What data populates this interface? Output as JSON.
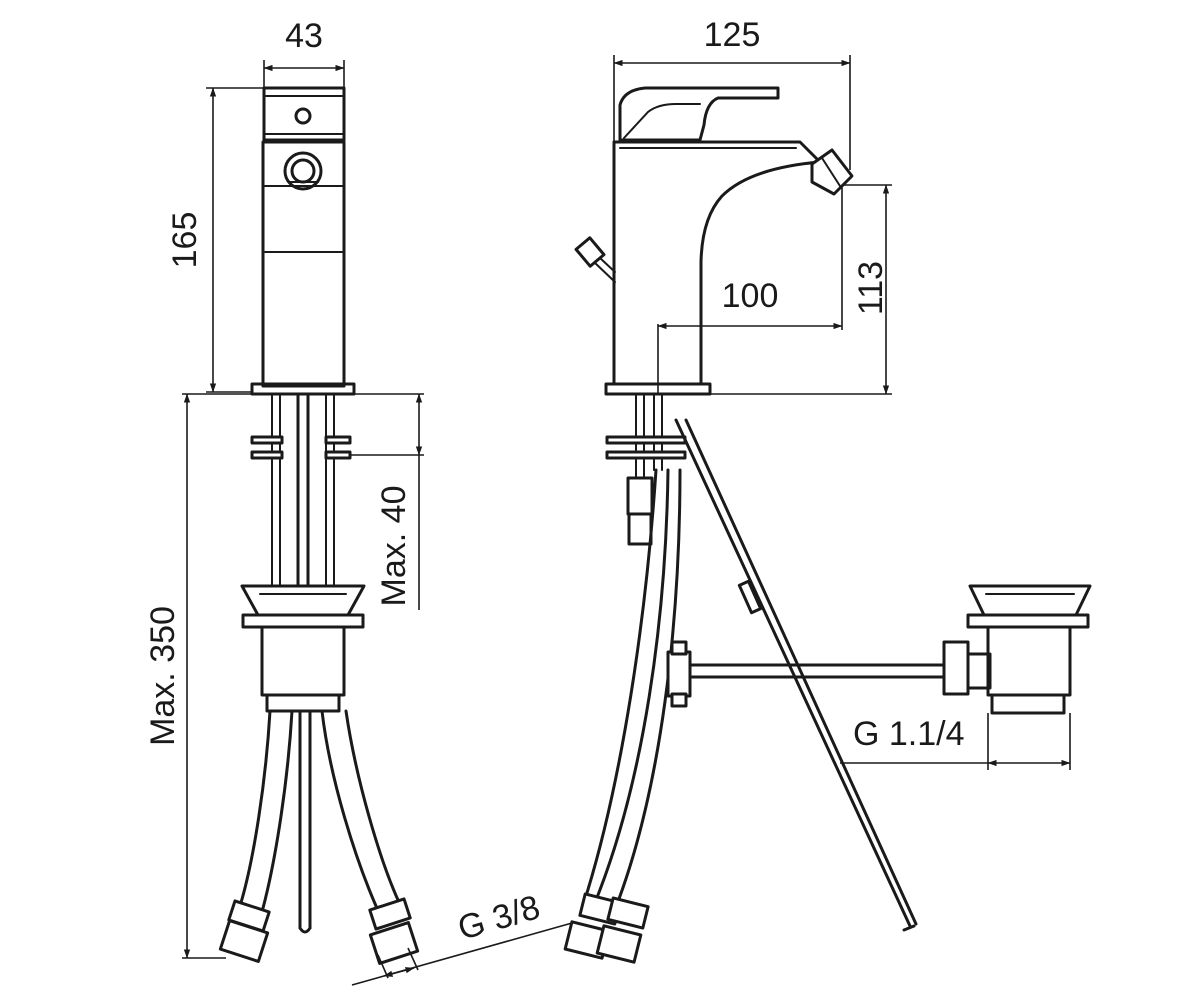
{
  "dimensions": {
    "front_width": "43",
    "front_height": "165",
    "max_depth": "Max. 40",
    "max_hose": "Max. 350",
    "hose_thread": "G 3/8",
    "side_width": "125",
    "spout_reach": "100",
    "spout_height": "113",
    "waste_thread": "G 1.1/4"
  },
  "colors": {
    "line": "#1a1a1a",
    "background": "#ffffff"
  }
}
